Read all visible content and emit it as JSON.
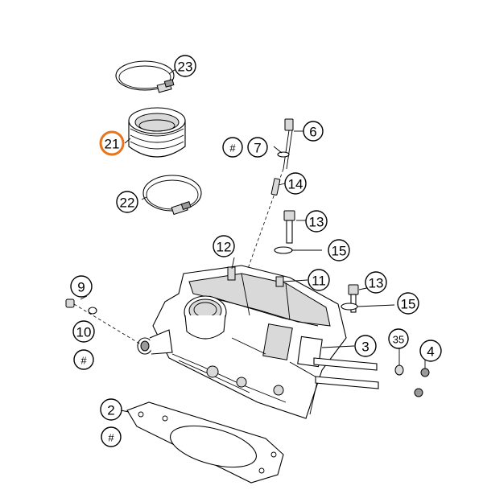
{
  "diagram": {
    "highlight_color": "#e8741c",
    "labels": {
      "l23": "23",
      "l21": "21",
      "l22": "22",
      "l6": "6",
      "l7": "7",
      "l14": "14",
      "l13a": "13",
      "l15a": "15",
      "l12": "12",
      "l11": "11",
      "l13b": "13",
      "l15b": "15",
      "l9": "9",
      "l10": "10",
      "l3": "3",
      "l35": "35",
      "l4": "4",
      "l2": "2",
      "hash_a": "#",
      "hash_b": "#",
      "hash_c": "#"
    },
    "selected_part": "21"
  }
}
